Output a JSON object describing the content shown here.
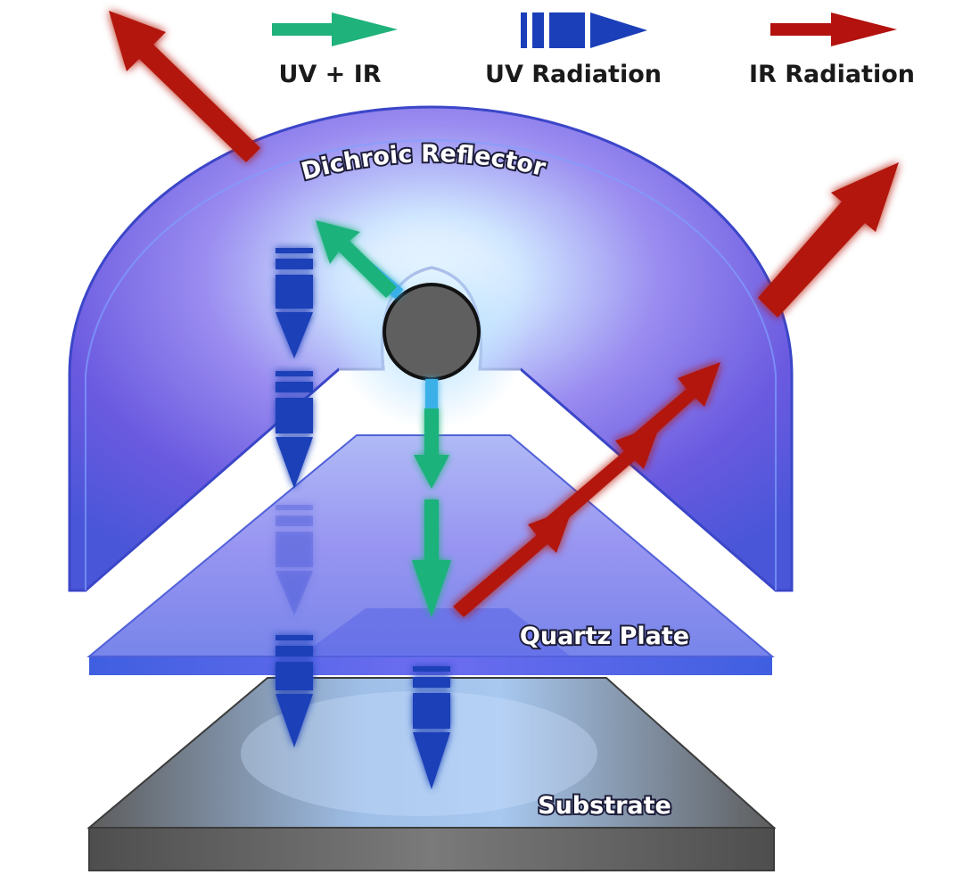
{
  "legend": {
    "uv_ir": "UV + IR",
    "uv": "UV Radiation",
    "ir": "IR Radiation"
  },
  "labels": {
    "reflector": "Dichroic Reflector",
    "quartz": "Quartz Plate",
    "substrate": "Substrate"
  },
  "colors": {
    "uv_ir": "#1fb27b",
    "uv": "#1a3fb8",
    "ir": "#b3120f",
    "reflector": "#5a6ee8",
    "quartz": "#4a78e8",
    "substrate": "#6b6b6b",
    "lamp": "#5f5f5f"
  }
}
